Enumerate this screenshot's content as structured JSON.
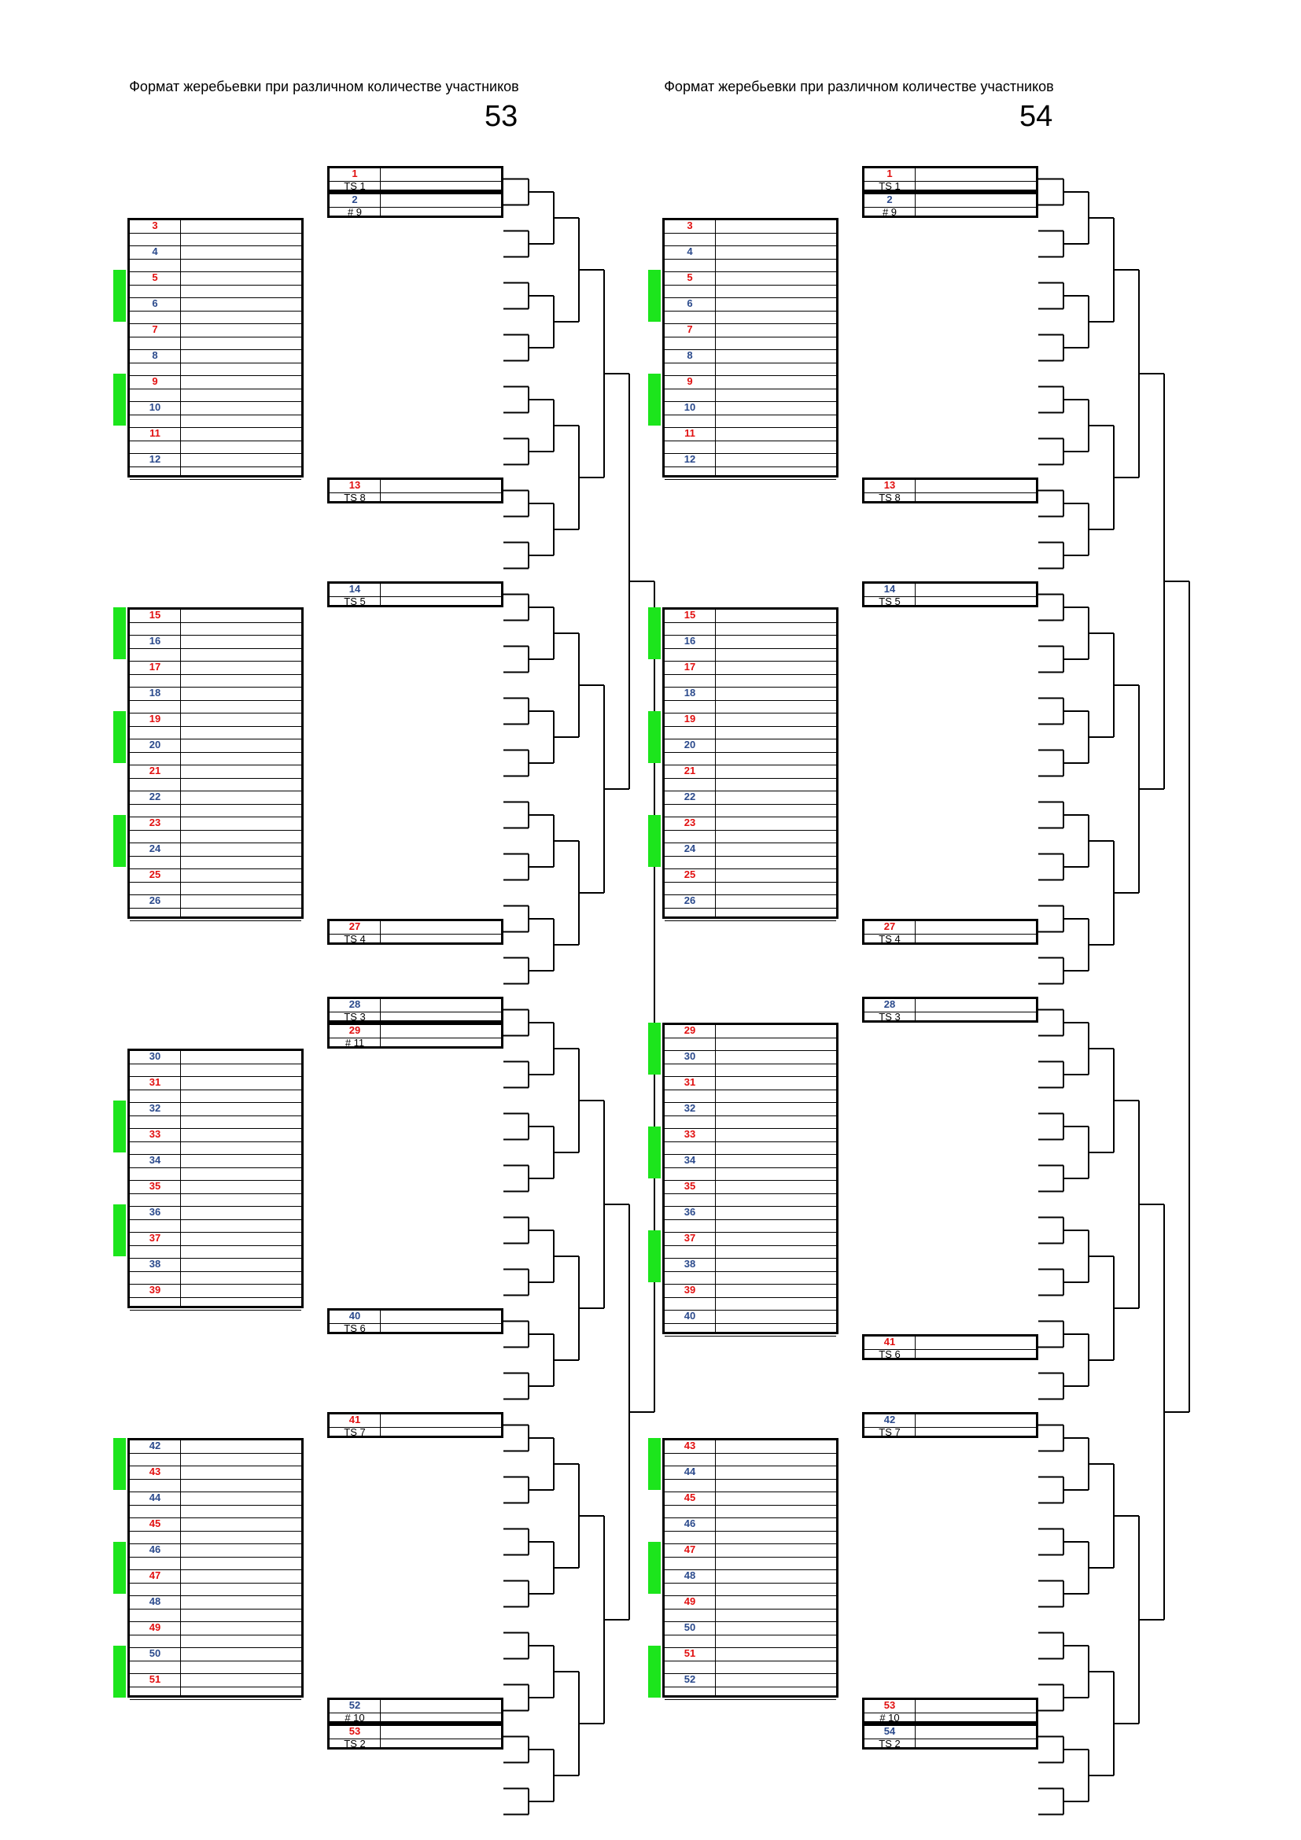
{
  "colors": {
    "odd": "#e11010",
    "even": "#2b4a8c",
    "accent_bar": "#1ce51c",
    "line": "#000000"
  },
  "brackets": [
    {
      "title": "Формат жеребьевки при различном количестве участников",
      "size_label": "53",
      "top_pairs": [
        {
          "n": "1",
          "tag": "TS 1",
          "n2": "2",
          "tag2": "# 9"
        },
        {
          "n": "14",
          "tag": "TS 5"
        },
        {
          "n": "28",
          "tag": "TS 3",
          "n2": "29",
          "tag2": "# 11"
        },
        {
          "n": "41",
          "tag": "TS 7"
        }
      ],
      "bottom_pairs": [
        {
          "n": "13",
          "tag": "TS 8"
        },
        {
          "n": "27",
          "tag": "TS 4"
        },
        {
          "n": "40",
          "tag": "TS 6"
        },
        {
          "n": "52",
          "tag": "# 10",
          "n2": "53",
          "tag2": "TS 2"
        }
      ],
      "groups": [
        {
          "numbers": [
            "3",
            "4",
            "5",
            "6",
            "7",
            "8",
            "9",
            "10",
            "11",
            "12"
          ],
          "green_pairs": [
            1,
            3
          ]
        },
        {
          "numbers": [
            "15",
            "16",
            "17",
            "18",
            "19",
            "20",
            "21",
            "22",
            "23",
            "24",
            "25",
            "26"
          ],
          "green_pairs": [
            0,
            2,
            4
          ]
        },
        {
          "numbers": [
            "30",
            "31",
            "32",
            "33",
            "34",
            "35",
            "36",
            "37",
            "38",
            "39"
          ],
          "green_pairs": [
            1,
            3
          ]
        },
        {
          "numbers": [
            "42",
            "43",
            "44",
            "45",
            "46",
            "47",
            "48",
            "49",
            "50",
            "51"
          ],
          "green_pairs": [
            0,
            2,
            4
          ]
        }
      ]
    },
    {
      "title": "Формат жеребьевки при различном количестве участников",
      "size_label": "54",
      "top_pairs": [
        {
          "n": "1",
          "tag": "TS 1",
          "n2": "2",
          "tag2": "# 9"
        },
        {
          "n": "14",
          "tag": "TS 5"
        },
        {
          "n": "28",
          "tag": "TS 3"
        },
        {
          "n": "42",
          "tag": "TS 7"
        }
      ],
      "bottom_pairs": [
        {
          "n": "13",
          "tag": "TS 8"
        },
        {
          "n": "27",
          "tag": "TS 4"
        },
        {
          "n": "41",
          "tag": "TS 6"
        },
        {
          "n": "53",
          "tag": "# 10",
          "n2": "54",
          "tag2": "TS 2"
        }
      ],
      "groups": [
        {
          "numbers": [
            "3",
            "4",
            "5",
            "6",
            "7",
            "8",
            "9",
            "10",
            "11",
            "12"
          ],
          "green_pairs": [
            1,
            3
          ]
        },
        {
          "numbers": [
            "15",
            "16",
            "17",
            "18",
            "19",
            "20",
            "21",
            "22",
            "23",
            "24",
            "25",
            "26"
          ],
          "green_pairs": [
            0,
            2,
            4
          ]
        },
        {
          "numbers": [
            "29",
            "30",
            "31",
            "32",
            "33",
            "34",
            "35",
            "36",
            "37",
            "38",
            "39",
            "40"
          ],
          "green_pairs": [
            0,
            2,
            4
          ]
        },
        {
          "numbers": [
            "43",
            "44",
            "45",
            "46",
            "47",
            "48",
            "49",
            "50",
            "51",
            "52"
          ],
          "green_pairs": [
            0,
            2,
            4
          ]
        }
      ]
    }
  ]
}
